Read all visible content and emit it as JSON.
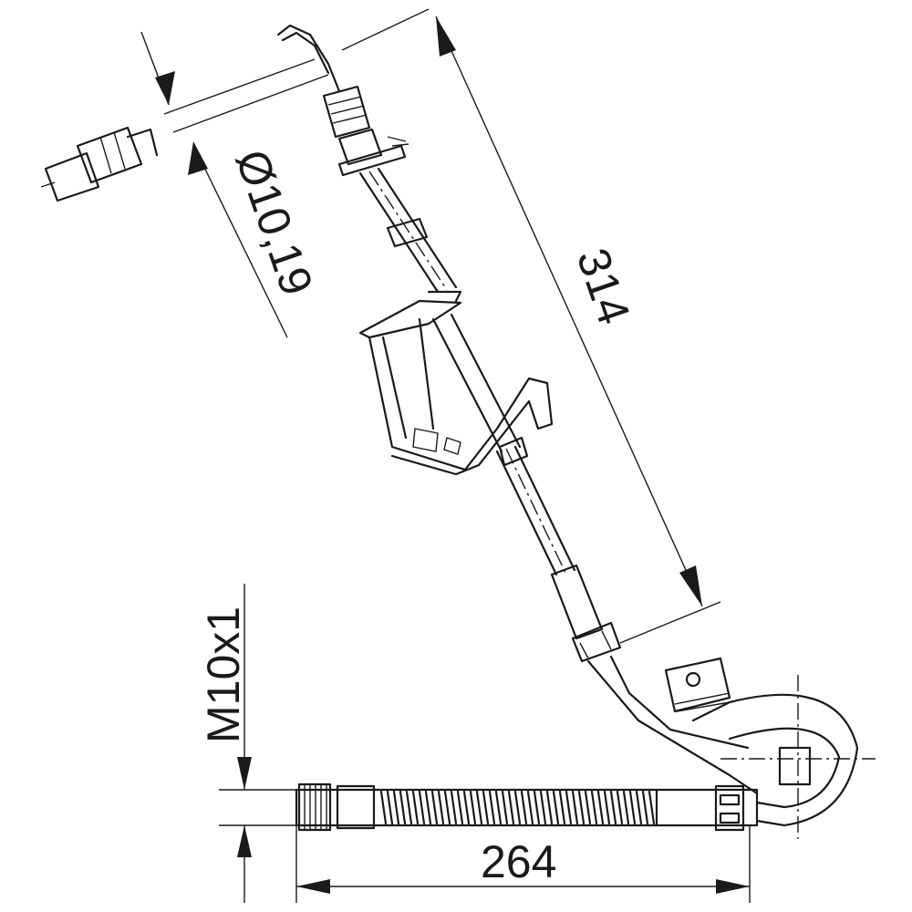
{
  "drawing": {
    "dimensions": {
      "diameter": "Ø10,19",
      "length_total": "314",
      "thread": "M10x1",
      "length_horizontal": "264"
    },
    "line_color": "#1a1a1a",
    "background": "#ffffff"
  }
}
